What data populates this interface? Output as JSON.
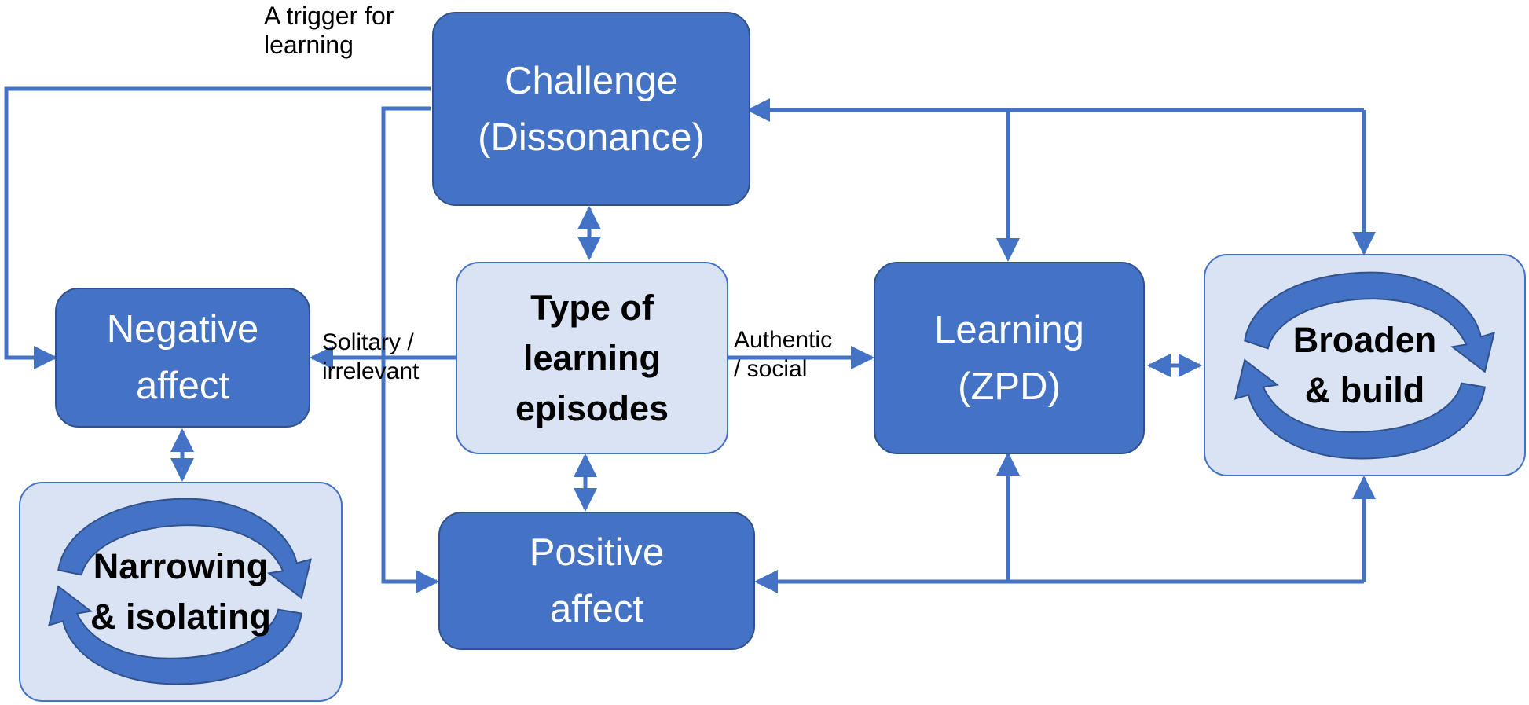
{
  "nodes": {
    "challenge": [
      "Challenge",
      "(Dissonance)"
    ],
    "negative": [
      "Negative",
      "affect"
    ],
    "type": [
      "Type of",
      "learning",
      "episodes"
    ],
    "learning": [
      "Learning",
      "(ZPD)"
    ],
    "broaden": [
      "Broaden",
      "& build"
    ],
    "positive": [
      "Positive",
      "affect"
    ],
    "narrowing": [
      "Narrowing",
      "& isolating"
    ]
  },
  "edge_labels": {
    "trigger": [
      "A trigger for",
      "learning"
    ],
    "solitary": [
      "Solitary /",
      "irrelevant"
    ],
    "authentic": [
      "Authentic",
      "/ social"
    ]
  },
  "colors": {
    "dark_box": "#4472c4",
    "light_box": "#dae3f3",
    "line": "#4472c4"
  }
}
